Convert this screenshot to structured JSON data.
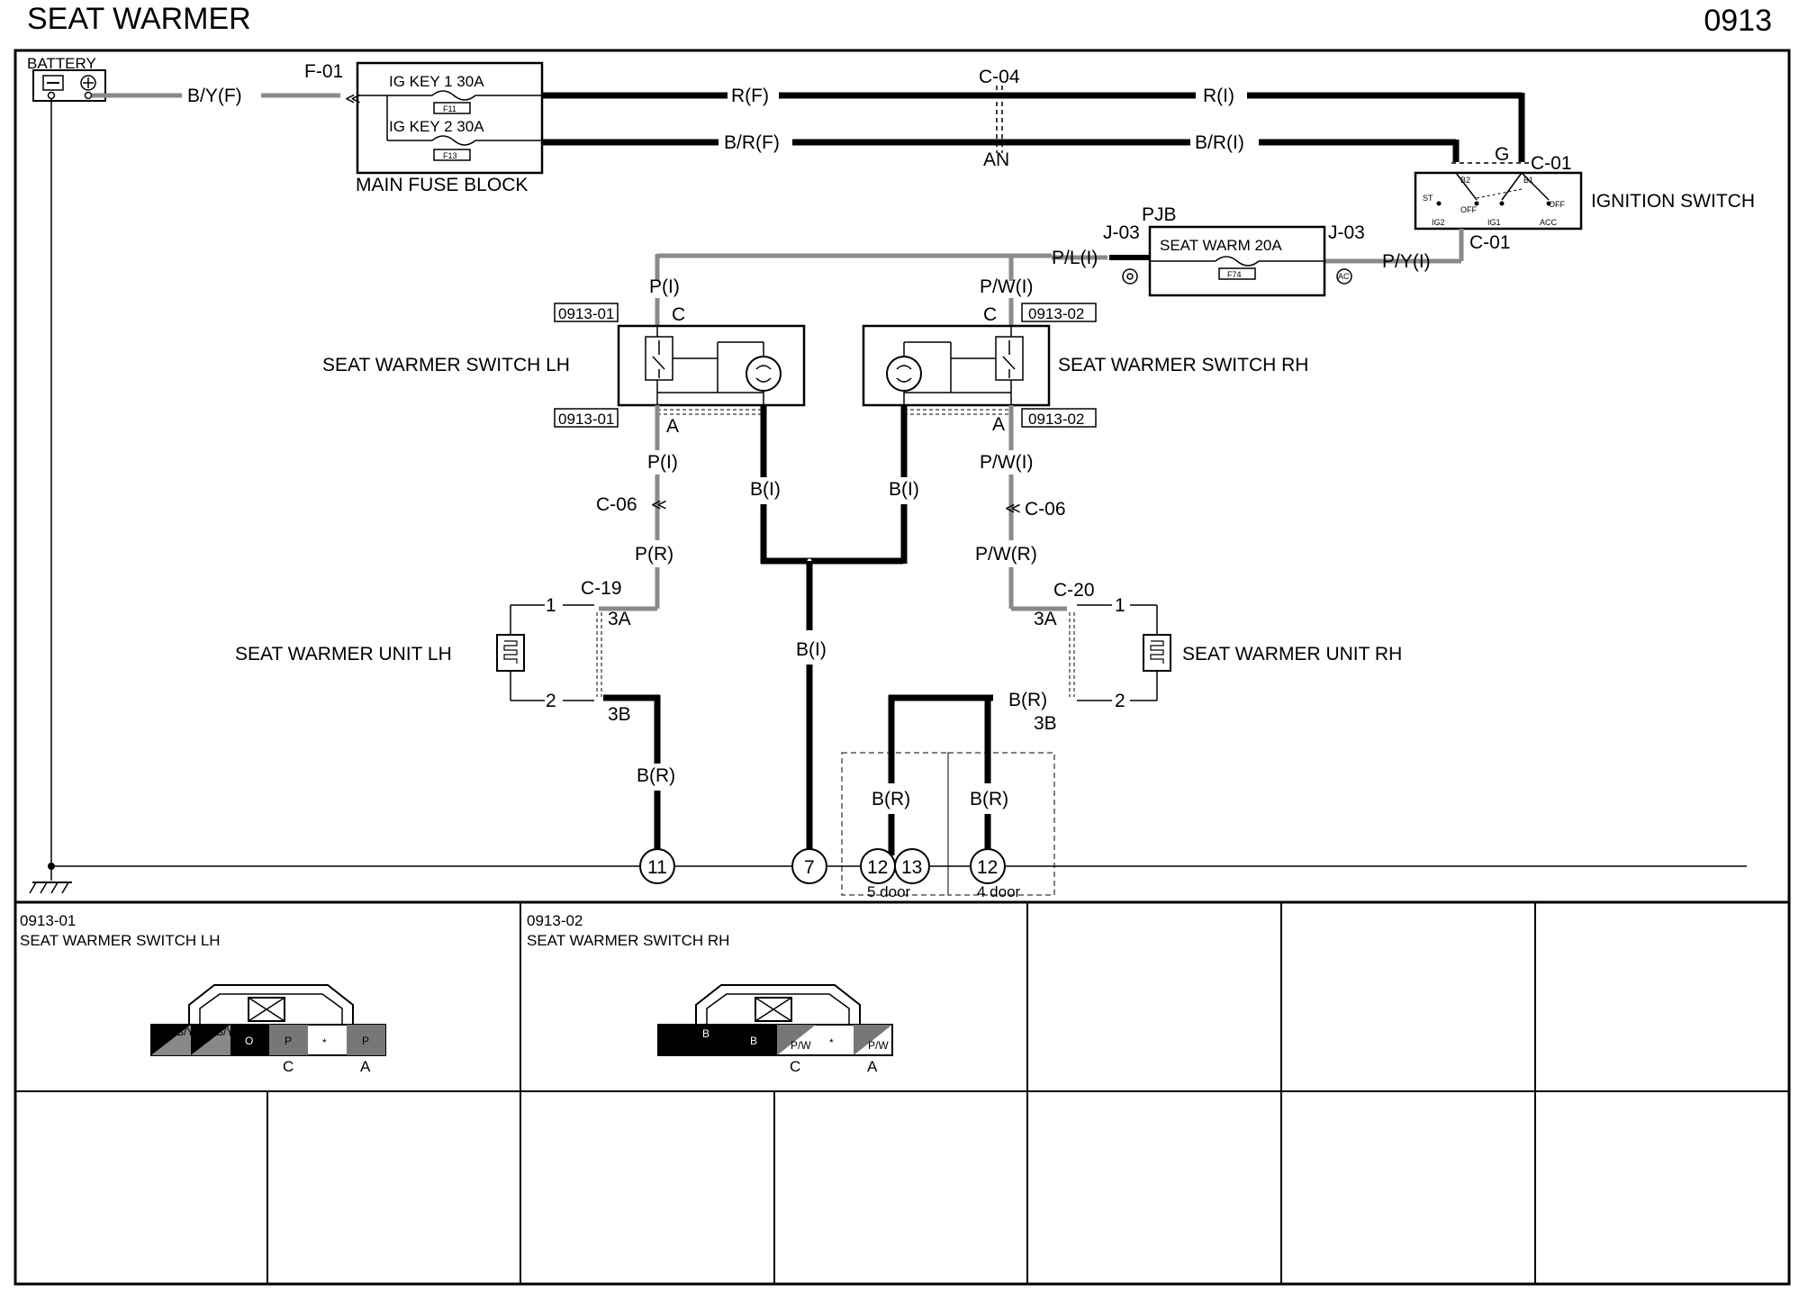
{
  "header": {
    "title": "SEAT WARMER",
    "page_code": "0913"
  },
  "power": {
    "battery_label": "BATTERY",
    "battery_wire": "B/Y(F)",
    "fuse_conn": "F-01",
    "fuse_block_name": "MAIN FUSE BLOCK",
    "fuse1": {
      "name": "IG KEY 1 30A",
      "tag": "F11"
    },
    "fuse2": {
      "name": "IG KEY 2 30A",
      "tag": "F13"
    },
    "wire_rf": "R(F)",
    "wire_ri": "R(I)",
    "wire_brf": "B/R(F)",
    "wire_bri": "B/R(I)",
    "conn_c04": "C-04",
    "conn_an": "AN"
  },
  "ignition": {
    "name": "IGNITION SWITCH",
    "pin_g": "G",
    "conn_top": "C-01",
    "conn_bottom": "C-01",
    "labels": {
      "b2": "B2",
      "b1": "B1",
      "off1": "OFF",
      "off2": "OFF",
      "st": "ST",
      "ig2": "IG2",
      "ig1": "IG1",
      "acc": "ACC"
    }
  },
  "pjb": {
    "label": "PJB",
    "fuse_name": "SEAT WARM 20A",
    "fuse_tag": "F74",
    "conn_left": "J-03",
    "conn_right": "J-03",
    "wire_out": "P/L(I)",
    "wire_in": "P/Y(I)",
    "pin_left": "Ⓞ",
    "pin_right": "AC"
  },
  "left_branch": {
    "switch_name": "SEAT WARMER SWITCH LH",
    "conn_ref": "0913-01",
    "pin_c": "C",
    "pin_a": "A",
    "wire_in": "P(I)",
    "wire_out": "P(I)",
    "ground_wire": "B(I)",
    "c06": "C-06",
    "wire_pr": "P(R)",
    "c19": "C-19",
    "pin_1": "1",
    "pin_2": "2",
    "pin_3a": "3A",
    "pin_3b": "3B",
    "unit_name": "SEAT WARMER UNIT LH",
    "wire_br": "B(R)"
  },
  "right_branch": {
    "switch_name": "SEAT WARMER SWITCH RH",
    "conn_ref": "0913-02",
    "pin_c": "C",
    "pin_a": "A",
    "wire_in": "P/W(I)",
    "wire_out": "P/W(I)",
    "ground_wire": "B(I)",
    "c06": "C-06",
    "wire_pwr": "P/W(R)",
    "c20": "C-20",
    "pin_1": "1",
    "pin_2": "2",
    "pin_3a": "3A",
    "pin_3b": "3B",
    "unit_name": "SEAT WARMER UNIT RH",
    "wire_br": "B(R)",
    "wire_br2": "B(R)",
    "wire_br3": "B(R)"
  },
  "ground": {
    "center_wire": "B(I)",
    "points": [
      "11",
      "7",
      "12",
      "13",
      "12"
    ],
    "door5": "5 door",
    "door4": "4 door"
  },
  "connectors": [
    {
      "code": "0913-01",
      "name": "SEAT WARMER SWITCH LH",
      "pins": [
        "B/Y",
        "B/Y",
        "O",
        "P",
        "*",
        "P"
      ],
      "label_c": "C",
      "label_a": "A"
    },
    {
      "code": "0913-02",
      "name": "SEAT WARMER SWITCH RH",
      "pins": [
        "B",
        "B",
        "P/W",
        "*",
        "P/W"
      ],
      "label_c": "C",
      "label_a": "A"
    }
  ],
  "colors": {
    "wire_thick": "#000000",
    "wire_gray": "#8a8a8a",
    "frame": "#000000"
  }
}
